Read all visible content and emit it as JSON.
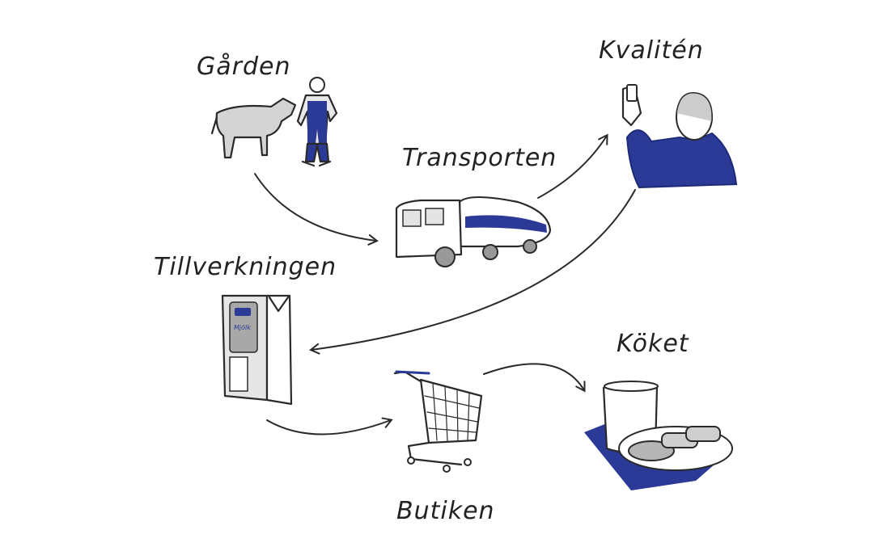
{
  "colors": {
    "accent": "#2b3a96",
    "ink": "#2a2a2a",
    "gray": "#cfcfcf"
  },
  "stages": {
    "farm": "Gården",
    "transport": "Transporten",
    "quality": "Kvalitén",
    "production": "Tillverkningen",
    "store": "Butiken",
    "kitchen": "Köket"
  },
  "carton_logo": "Mjölk"
}
